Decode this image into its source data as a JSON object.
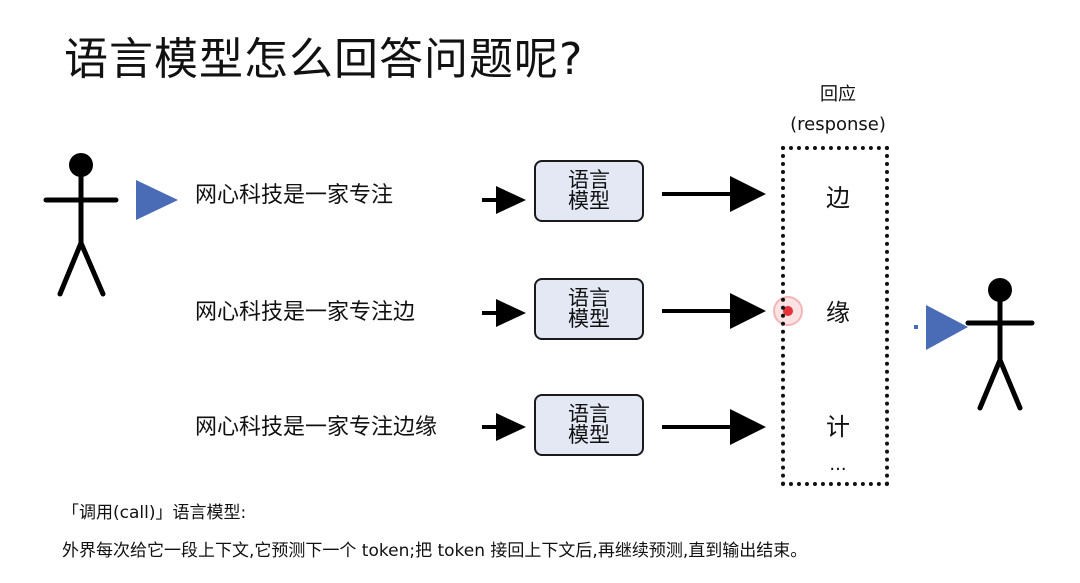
{
  "title": "语言模型怎么回答问题呢?",
  "response": {
    "label": "回应",
    "label_en": "(response)",
    "tokens": [
      "边",
      "缘",
      "计"
    ],
    "ellipsis": "..."
  },
  "rows": [
    {
      "context": "网心科技是一家专注",
      "model_line1": "语言",
      "model_line2": "模型",
      "output": "边"
    },
    {
      "context": "网心科技是一家专注边",
      "model_line1": "语言",
      "model_line2": "模型",
      "output": "缘"
    },
    {
      "context": "网心科技是一家专注边缘",
      "model_line1": "语言",
      "model_line2": "模型",
      "output": "计"
    }
  ],
  "footer": {
    "label": "「调用(call)」语言模型:",
    "text": "外界每次给它一段上下文,它预测下一个 token;把 token 接回上下文后,再继续预测,直到输出结束。"
  },
  "colors": {
    "triangle": "#4a6bb5",
    "model_fill": "#e4e8f5",
    "cursor_dot": "#e5333a",
    "cursor_ring": "#f3b6b8"
  }
}
